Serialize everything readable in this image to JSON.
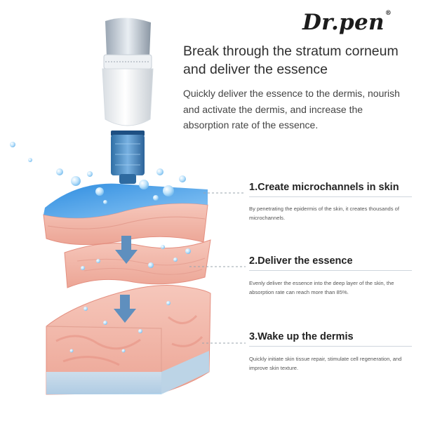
{
  "brand": {
    "logo_text": "Dr.pen",
    "registered_mark": "®"
  },
  "header": {
    "headline": "Break through the stratum corneum and deliver the essence",
    "subtext": "Quickly deliver the essence to the dermis, nourish and activate the dermis, and increase the absorption rate of the essence."
  },
  "steps": [
    {
      "title": "1.Create microchannels in skin",
      "description": "By penetrating the epidermis of the skin, it creates thousands of microchannels."
    },
    {
      "title": "2.Deliver the essence",
      "description": "Evenly deliver the essence into the deep layer of the skin, the absorption rate can reach more than 85%."
    },
    {
      "title": "3.Wake up the dermis",
      "description": "Quickly initiate skin tissue repair, stimulate cell regeneration, and improve skin texture."
    }
  ],
  "colors": {
    "skin": "#f2b4a6",
    "skin_dark": "#e8988a",
    "blue_layer": "#4ea1e6",
    "arrow": "#6f9ac4",
    "cartridge": "#5b94c6",
    "text": "#2f2f2f"
  }
}
